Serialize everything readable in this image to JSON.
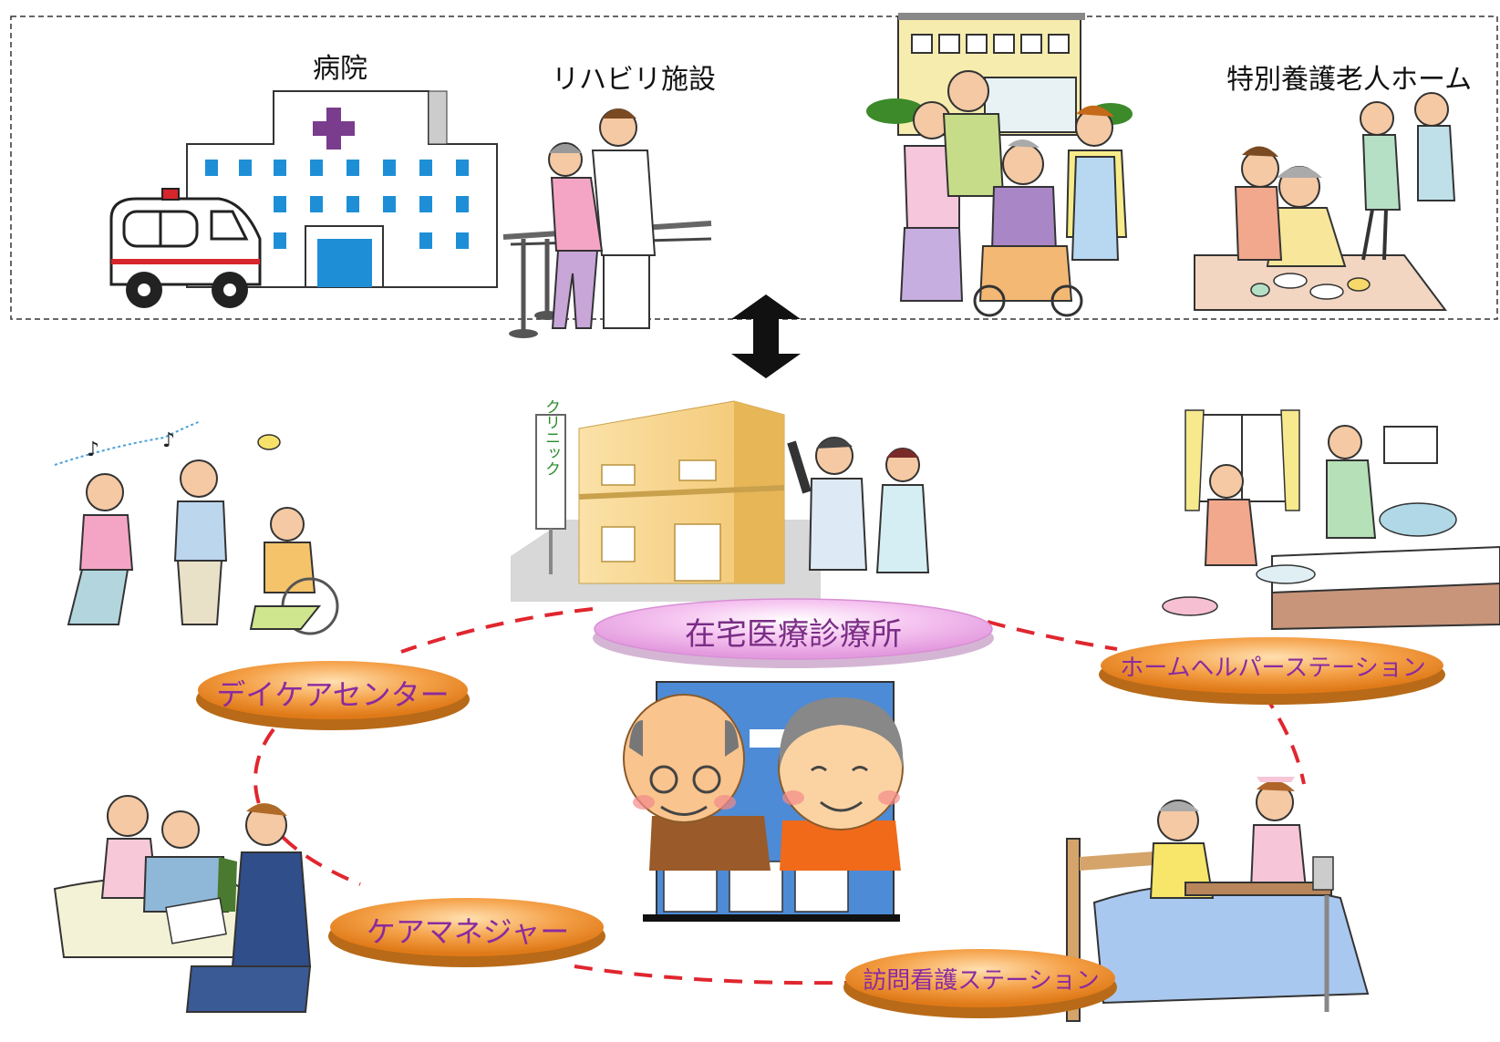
{
  "facilities": {
    "hospital": "病院",
    "rehab": "リハビリ施設",
    "nursing_home": "特別養護老人ホーム"
  },
  "center_node": {
    "label": "在宅医療診療所",
    "sign_text": "クリニック"
  },
  "nodes": {
    "day_care": "デイケアセンター",
    "home_helper": "ホームヘルパーステーション",
    "care_manager": "ケアマネジャー",
    "visiting_nurse": "訪問看護ステーション"
  },
  "colors": {
    "dashed_link": "#e0262f",
    "center_fill": "#f2b9ee",
    "orange_fill": "#f5a24a",
    "node_text": "#8a2aa0",
    "arrow": "#111111"
  }
}
